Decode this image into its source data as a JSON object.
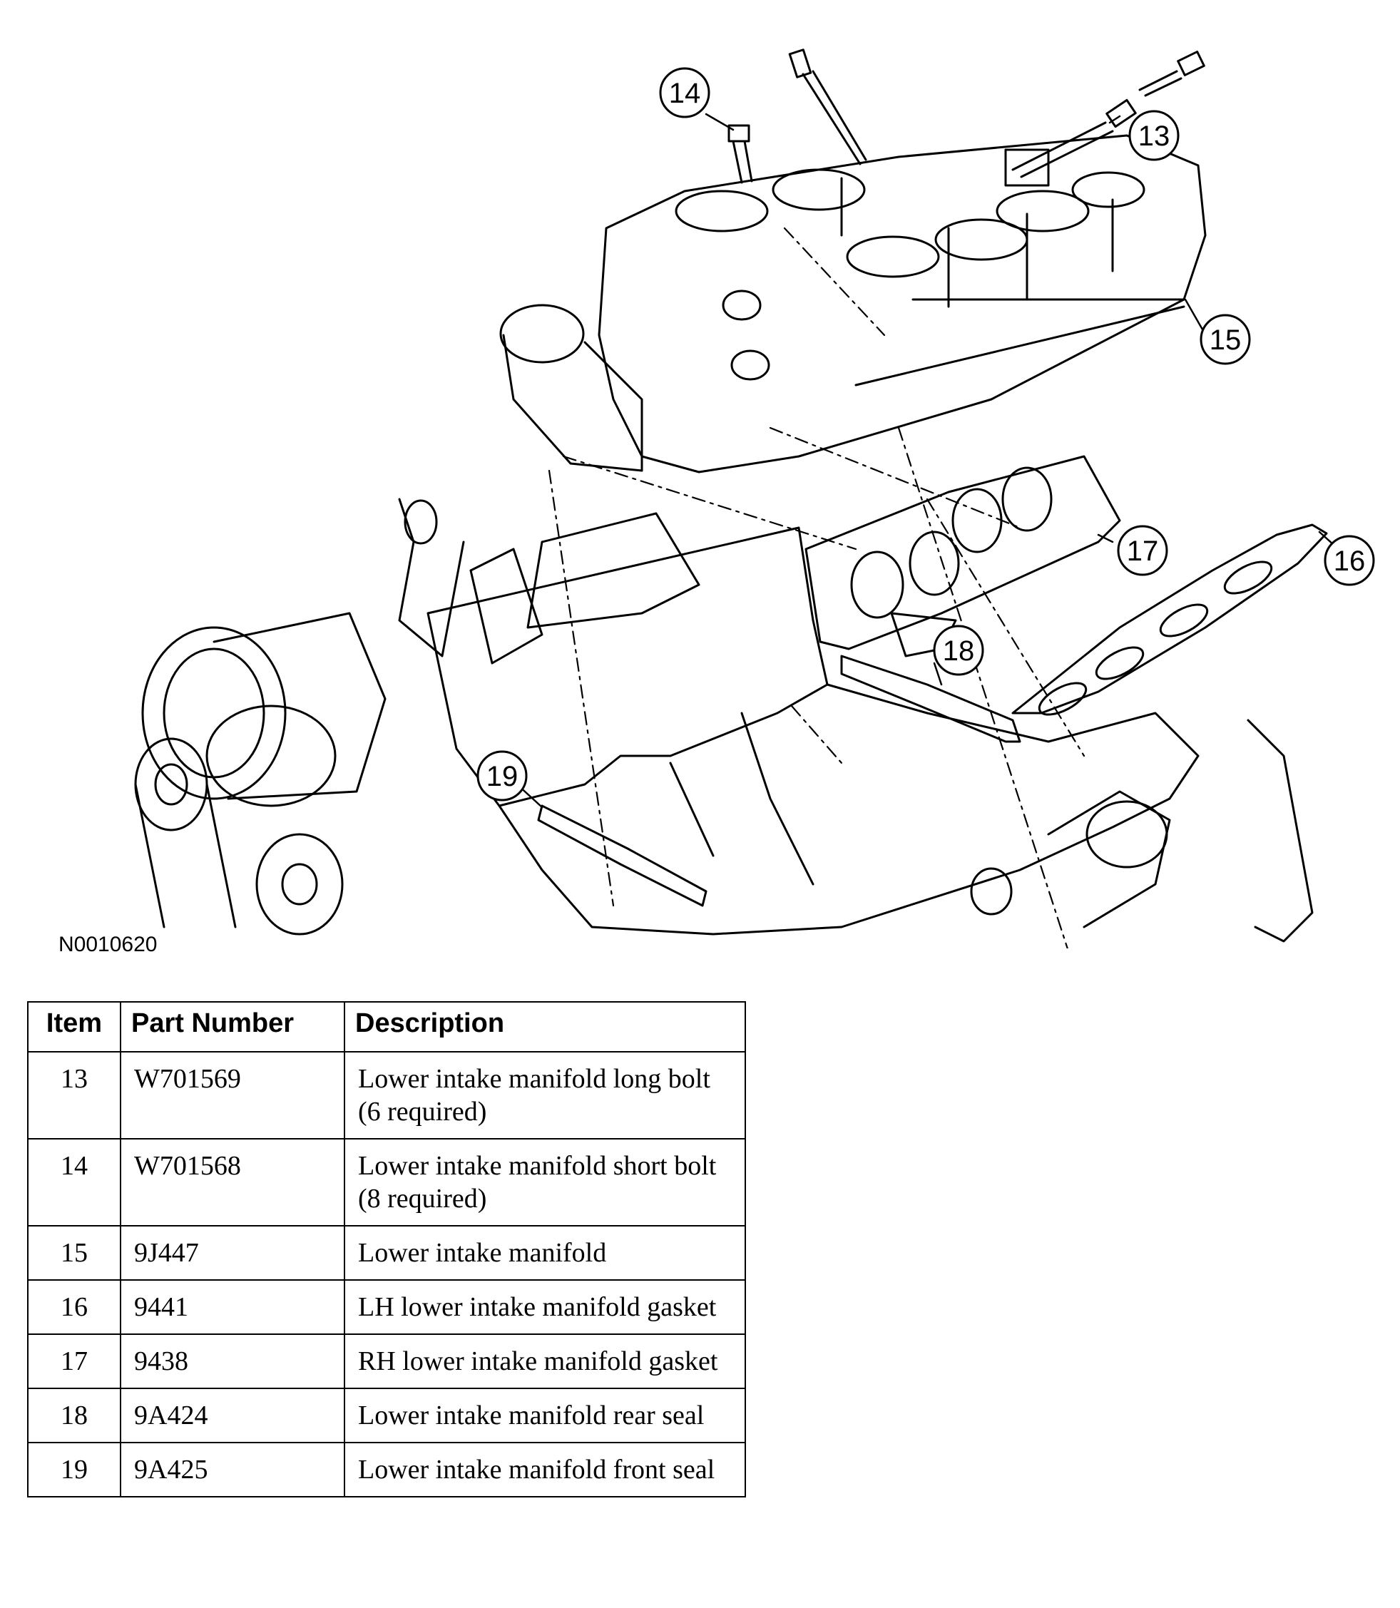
{
  "figure": {
    "id": "N0010620",
    "callouts": [
      "13",
      "14",
      "15",
      "16",
      "17",
      "18",
      "19"
    ]
  },
  "table": {
    "headers": {
      "item": "Item",
      "part_number": "Part Number",
      "description": "Description"
    },
    "rows": [
      {
        "item": "13",
        "part_number": "W701569",
        "description": "Lower intake manifold long bolt (6 required)"
      },
      {
        "item": "14",
        "part_number": "W701568",
        "description": "Lower intake manifold short bolt (8 required)"
      },
      {
        "item": "15",
        "part_number": "9J447",
        "description": "Lower intake manifold"
      },
      {
        "item": "16",
        "part_number": "9441",
        "description": "LH lower intake manifold gasket"
      },
      {
        "item": "17",
        "part_number": "9438",
        "description": "RH lower intake manifold gasket"
      },
      {
        "item": "18",
        "part_number": "9A424",
        "description": "Lower intake manifold rear seal"
      },
      {
        "item": "19",
        "part_number": "9A425",
        "description": "Lower intake manifold front seal"
      }
    ]
  }
}
